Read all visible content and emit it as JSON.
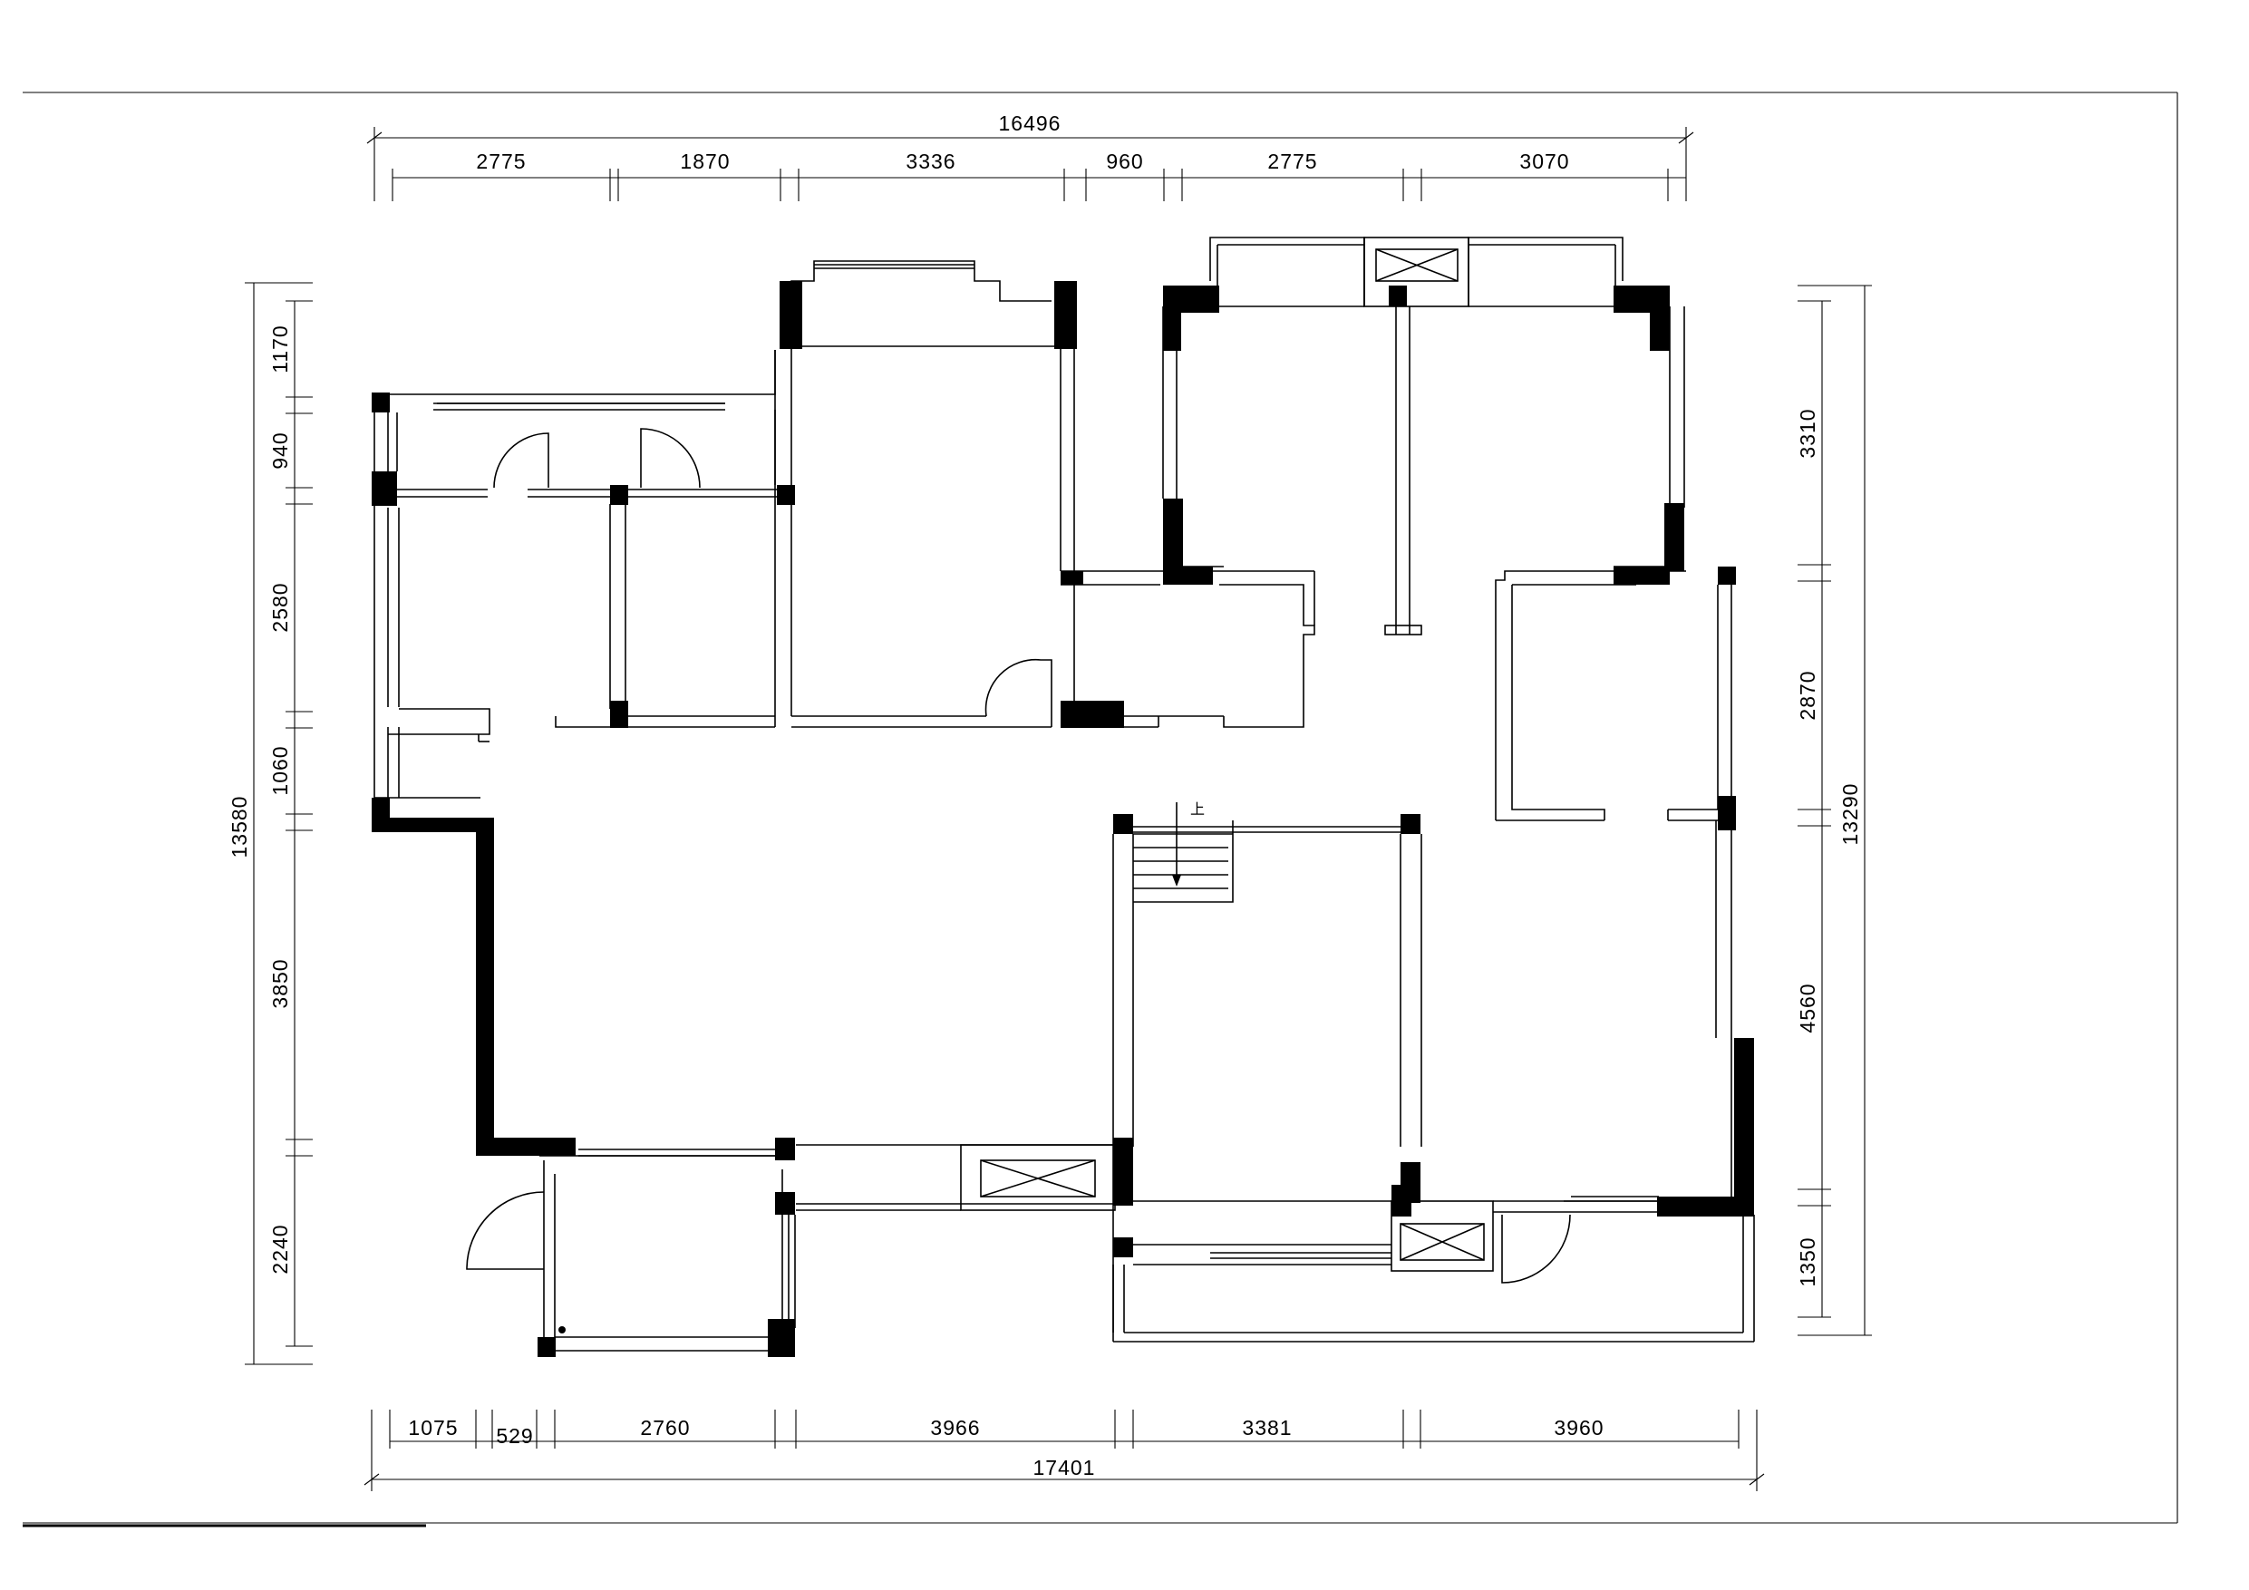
{
  "plan": {
    "stair_label": "上",
    "dimensions": {
      "top_total": "16496",
      "top_segments": [
        "2775",
        "1870",
        "3336",
        "960",
        "2775",
        "3070"
      ],
      "bottom_total": "17401",
      "bottom_segments": [
        "1075",
        "529",
        "2760",
        "3966",
        "3381",
        "3960"
      ],
      "left_total": "13580",
      "left_segments": [
        "1170",
        "940",
        "2580",
        "1060",
        "3850",
        "2240"
      ],
      "right_total": "13290",
      "right_segments": [
        "3310",
        "2870",
        "4560",
        "1350"
      ]
    }
  }
}
